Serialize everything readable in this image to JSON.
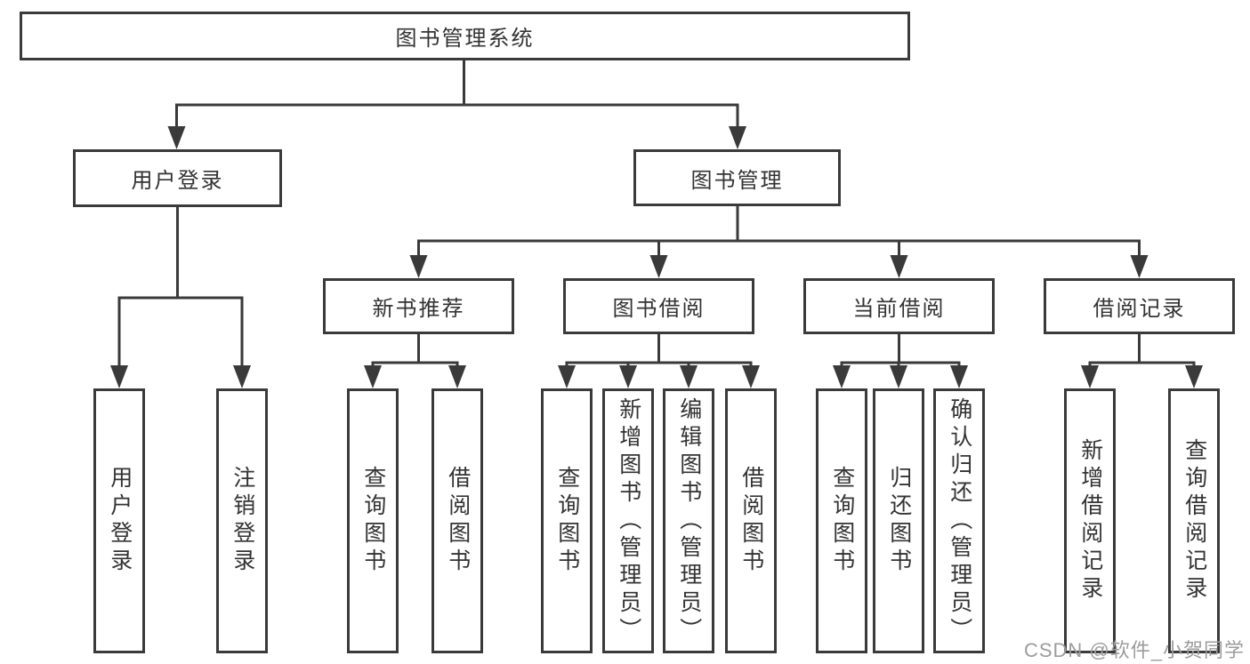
{
  "diagram": {
    "type": "hierarchy-tree",
    "root": {
      "label": "图书管理系统",
      "children": [
        {
          "label": "用户登录",
          "children": [
            {
              "label": "用户登录"
            },
            {
              "label": "注销登录"
            }
          ]
        },
        {
          "label": "图书管理",
          "children": [
            {
              "label": "新书推荐",
              "children": [
                {
                  "label": "查询图书"
                },
                {
                  "label": "借阅图书"
                }
              ]
            },
            {
              "label": "图书借阅",
              "children": [
                {
                  "label": "查询图书"
                },
                {
                  "label": "新增图书（管理员）"
                },
                {
                  "label": "编辑图书（管理员）"
                },
                {
                  "label": "借阅图书"
                }
              ]
            },
            {
              "label": "当前借阅",
              "children": [
                {
                  "label": "查询图书"
                },
                {
                  "label": "归还图书"
                },
                {
                  "label": "确认归还（管理员）"
                }
              ]
            },
            {
              "label": "借阅记录",
              "children": [
                {
                  "label": "新增借阅记录"
                },
                {
                  "label": "查询借阅记录"
                }
              ]
            }
          ]
        }
      ]
    }
  },
  "watermark": {
    "text": "CSDN @软件_小贺同学"
  },
  "colors": {
    "line": "#3a3a3a",
    "box_border": "#3a3a3a",
    "text": "#333333",
    "watermark": "#9c9c9c",
    "background": "#ffffff"
  }
}
